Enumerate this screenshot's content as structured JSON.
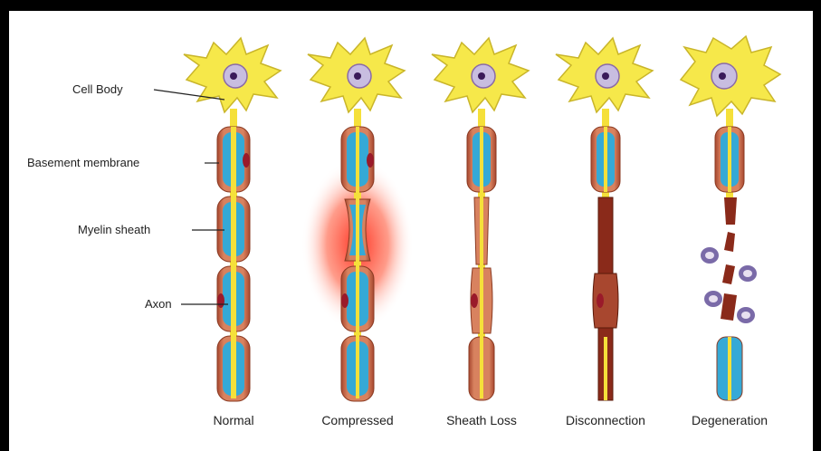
{
  "labels": {
    "cell_body": "Cell Body",
    "basement_membrane": "Basement membrane",
    "myelin_sheath": "Myelin sheath",
    "axon": "Axon"
  },
  "stages": [
    {
      "caption": "Normal"
    },
    {
      "caption": "Compressed"
    },
    {
      "caption": "Sheath Loss"
    },
    {
      "caption": "Disconnection"
    },
    {
      "caption": "Degeneration"
    }
  ],
  "colors": {
    "cell_body": "#f6e84a",
    "cell_body_outline": "#c9b52a",
    "nucleus": "#8a6aa8",
    "nucleolus": "#3a1a5a",
    "membrane": "#b5553a",
    "myelin": "#35a9d6",
    "axon": "#f5e03a",
    "compression": "#ff2a1a",
    "macrophage": "#7a6aa8"
  }
}
